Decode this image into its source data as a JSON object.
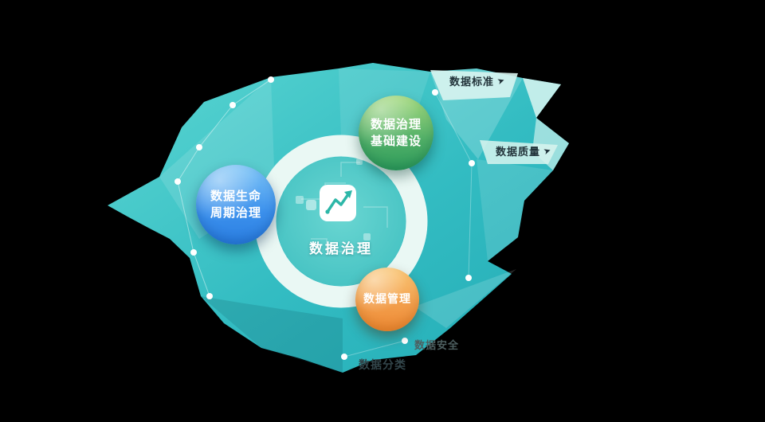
{
  "center": {
    "label": "数据治理",
    "icon": "trend-line-chart-icon"
  },
  "nodes": {
    "lifecycle": {
      "line1": "数据生命",
      "line2": "周期治理"
    },
    "foundation": {
      "line1": "数据治理",
      "line2": "基础建设"
    },
    "management": {
      "line1": "数据管理",
      "line2": ""
    }
  },
  "labels": {
    "top_right_1": "数据标准",
    "top_right_2": "数据质量",
    "bottom_right": "数据安全",
    "bottom": "数据分类"
  },
  "icons": {
    "cursor": "➤"
  },
  "colors": {
    "landmass_teal": "#2eb9c0",
    "landmass_light": "#7fe3de",
    "ring": "#eaf8f4",
    "inner_disc": "#55cac7",
    "node_blue": "#2e86e6",
    "node_green": "#2f9f5d",
    "node_orange": "#ee8a34",
    "icon_stroke": "#2db7a8"
  }
}
